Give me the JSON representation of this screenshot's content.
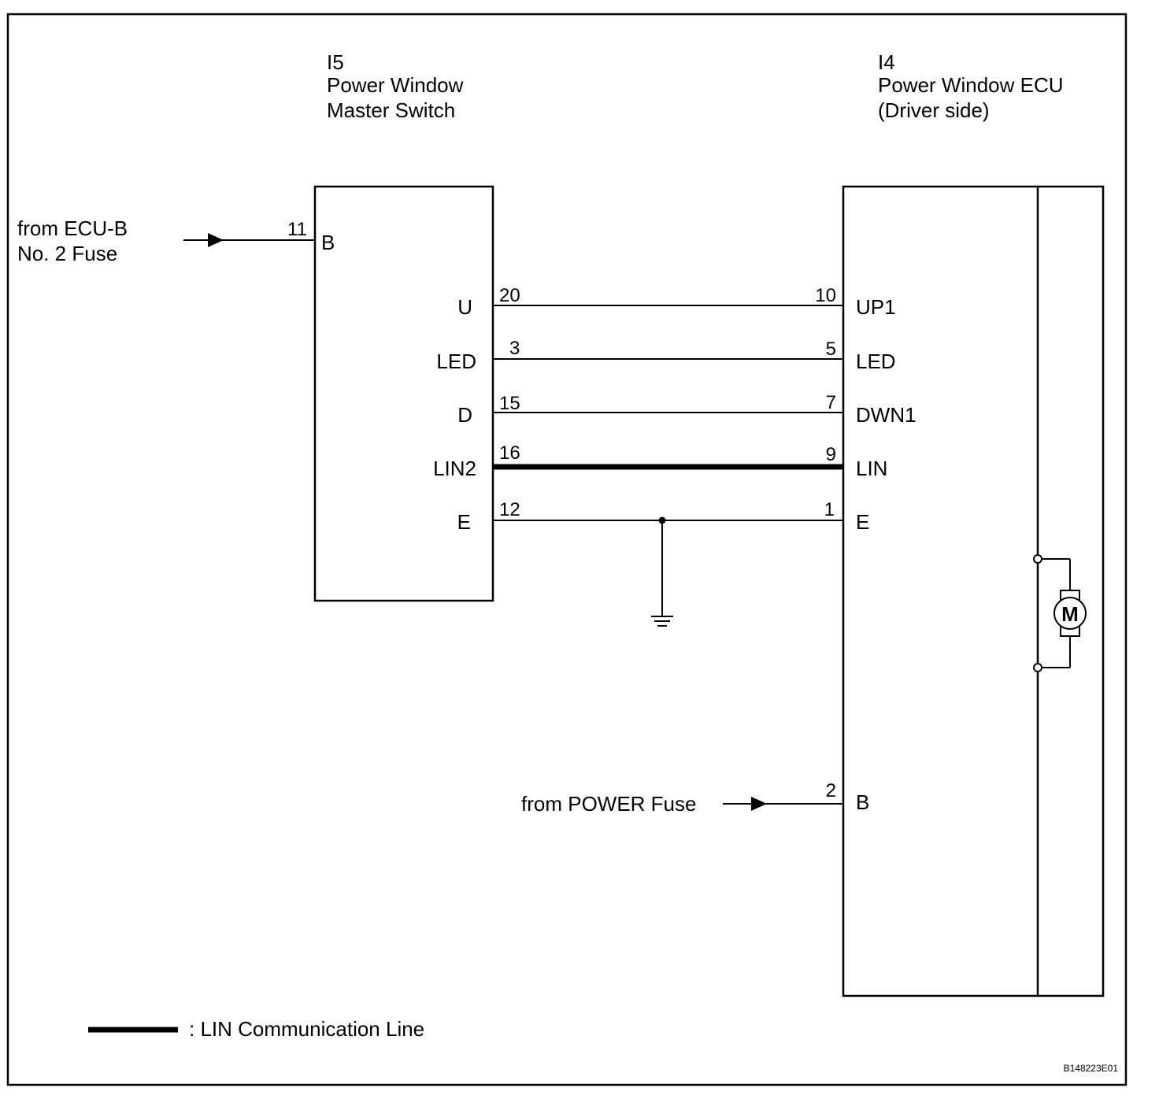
{
  "master_switch": {
    "ref": "I5",
    "name_line1": "Power Window",
    "name_line2": "Master Switch",
    "terminals": [
      {
        "pin": "11",
        "name": "B"
      },
      {
        "pin": "20",
        "name": "U"
      },
      {
        "pin": "3",
        "name": "LED"
      },
      {
        "pin": "15",
        "name": "D"
      },
      {
        "pin": "16",
        "name": "LIN2"
      },
      {
        "pin": "12",
        "name": "E"
      }
    ]
  },
  "ecu": {
    "ref": "I4",
    "name_line1": "Power Window ECU",
    "name_line2": "(Driver side)",
    "terminals": [
      {
        "pin": "10",
        "name": "UP1"
      },
      {
        "pin": "5",
        "name": "LED"
      },
      {
        "pin": "7",
        "name": "DWN1"
      },
      {
        "pin": "9",
        "name": "LIN"
      },
      {
        "pin": "1",
        "name": "E"
      },
      {
        "pin": "2",
        "name": "B"
      }
    ],
    "motor_label": "M"
  },
  "sources": {
    "ecu_b_line1": "from ECU-B",
    "ecu_b_line2": "No. 2 Fuse",
    "power_fuse": "from POWER Fuse"
  },
  "legend": {
    "text": ": LIN Communication Line"
  },
  "figure_code": "B148223E01"
}
